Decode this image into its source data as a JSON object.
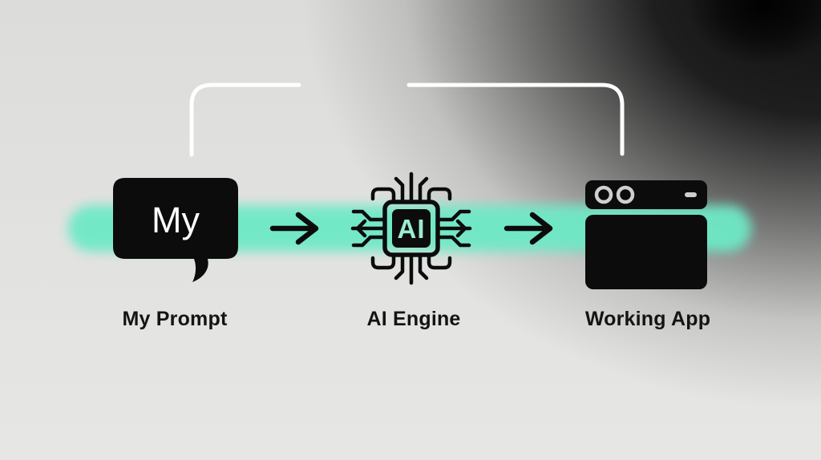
{
  "diagram": {
    "type": "process-flow",
    "flow_direction": "left-to-right",
    "steps": [
      {
        "id": "my-prompt",
        "icon": "speech-bubble-icon",
        "icon_text": "My",
        "label": "My Prompt"
      },
      {
        "id": "ai-engine",
        "icon": "ai-chip-icon",
        "icon_text": "AI",
        "label": "AI Engine"
      },
      {
        "id": "working-app",
        "icon": "browser-window-icon",
        "icon_text": "",
        "label": "Working App"
      }
    ],
    "connectors": [
      {
        "id": "arrow-prompt-to-engine",
        "icon": "arrow-right-icon"
      },
      {
        "id": "arrow-engine-to-app",
        "icon": "arrow-right-icon"
      },
      {
        "id": "loop-bracket",
        "icon": "loop-bracket-line",
        "description": "white rounded bracket from prompt up and over to app, with gap at top center"
      }
    ],
    "colors": {
      "accent_band": "#6ee9c6",
      "icon_fill": "#0c0c0c",
      "label_color": "#141414",
      "bubble_text_color": "#ffffff",
      "chip_text_color": "#9ceccf",
      "bracket_color": "#ffffff",
      "background_light": "#e2e2e0",
      "background_dark": "#0e0e0e"
    }
  }
}
